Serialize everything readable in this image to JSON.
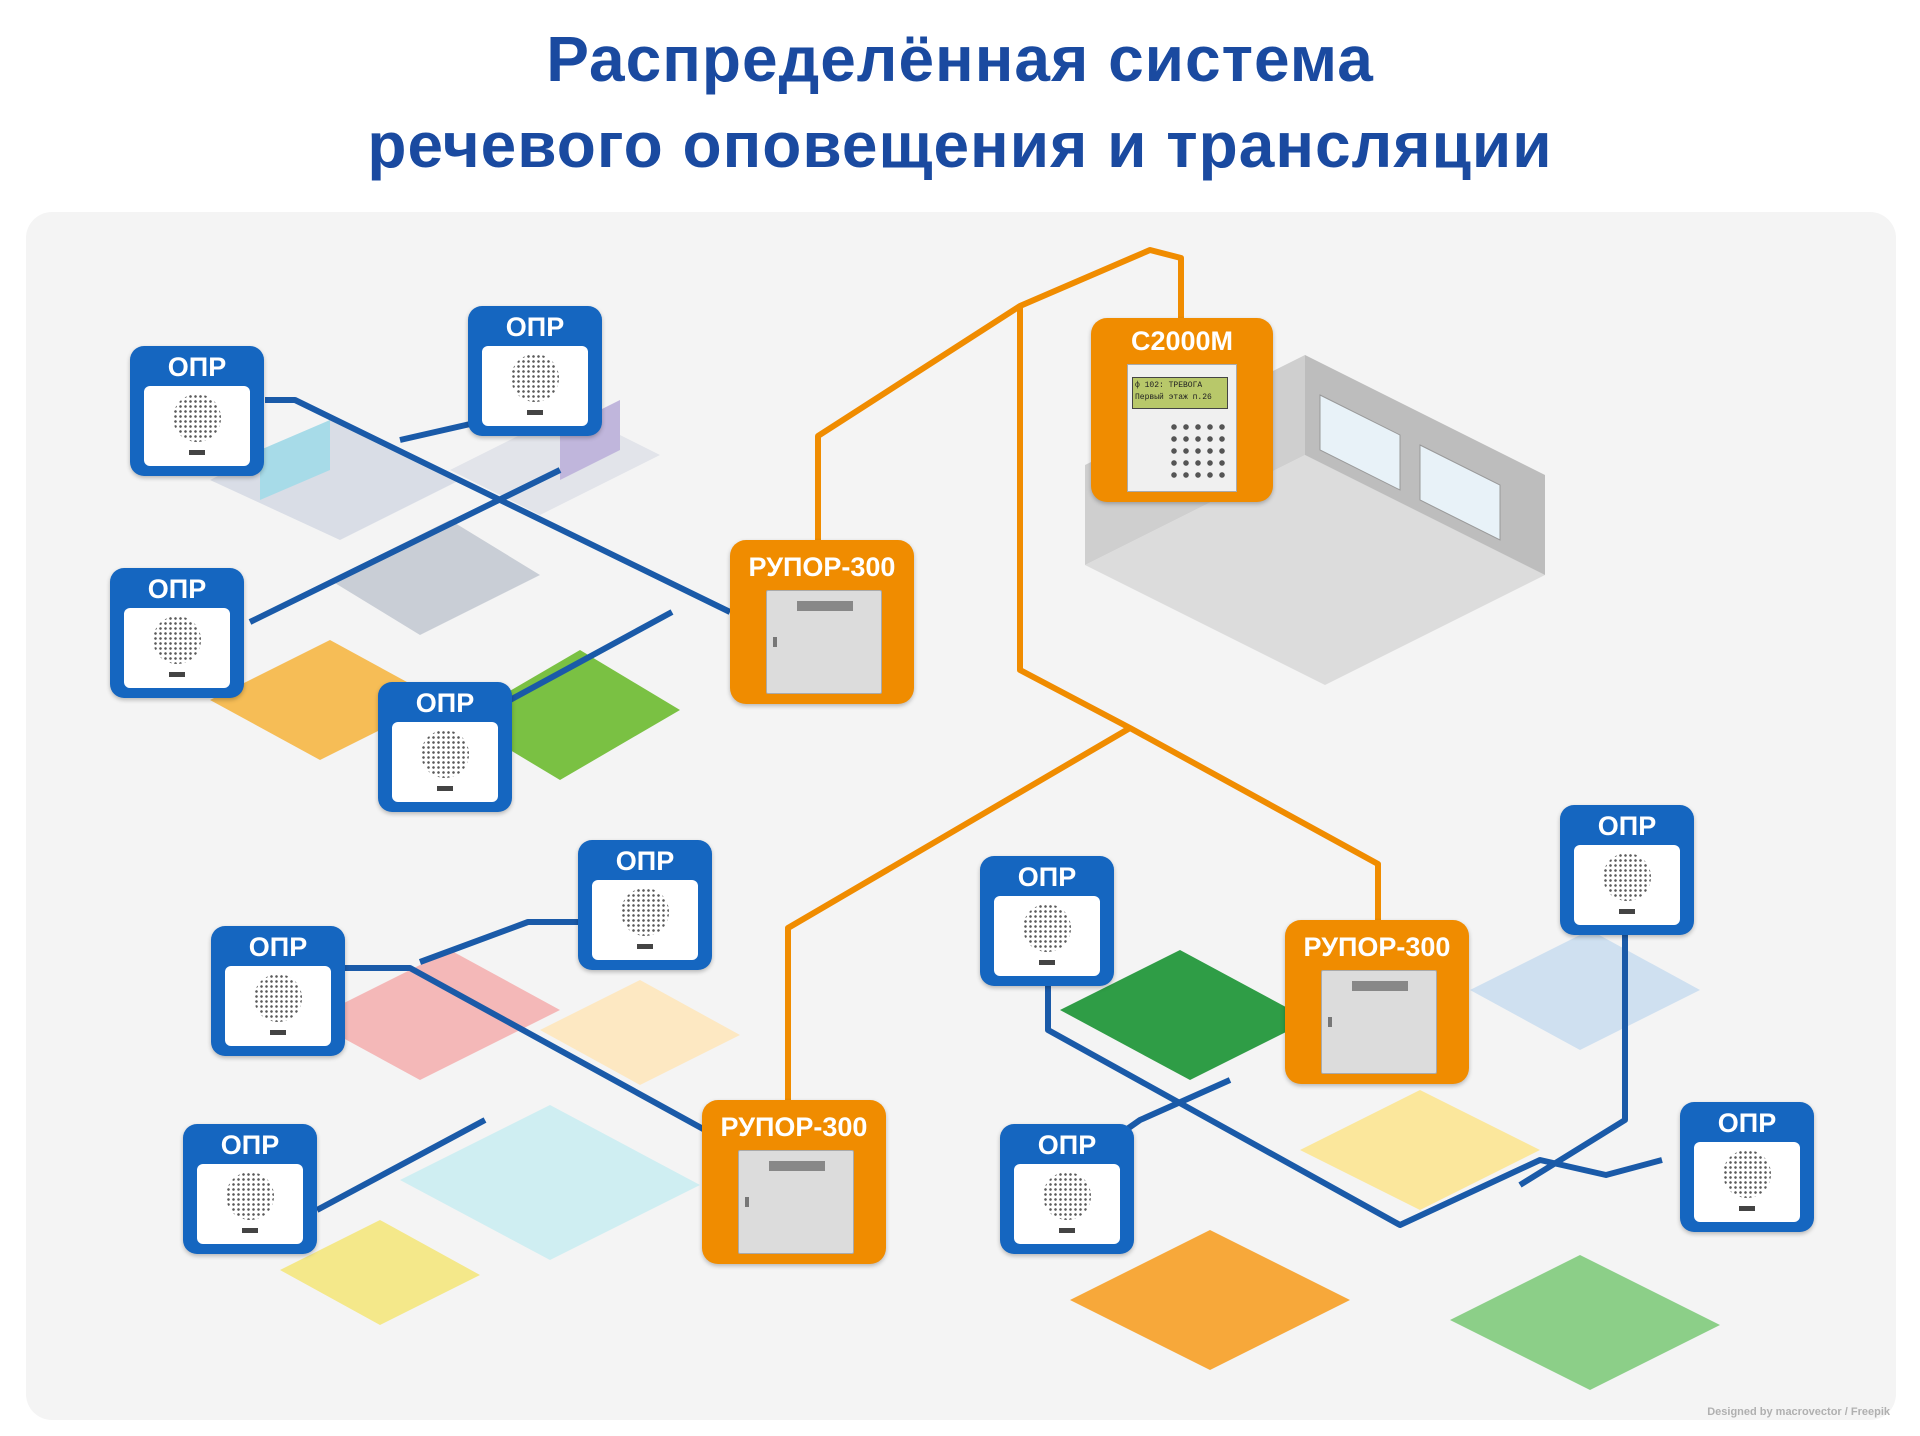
{
  "title": {
    "line1": "Распределённая система",
    "line2": "речевого оповещения и трансляции"
  },
  "devices": {
    "opr_label": "ОПР",
    "rupor_label": "РУПОР-300",
    "controller_label": "С2000М",
    "controller_screen_line1": "ф 102: ТРЕВОГА",
    "controller_screen_line2": "Первый этаж п.26"
  },
  "credit": "Designed by macrovector / Freepik",
  "colors": {
    "speaker_line": "#1a5aa8",
    "trunk_line": "#f08c00",
    "speaker_box": "#1566c0",
    "amplifier_box": "#f08c00",
    "title": "#1a4aa0"
  },
  "icons": [
    "speaker-grill-icon",
    "amplifier-cabinet-icon",
    "control-panel-icon"
  ]
}
